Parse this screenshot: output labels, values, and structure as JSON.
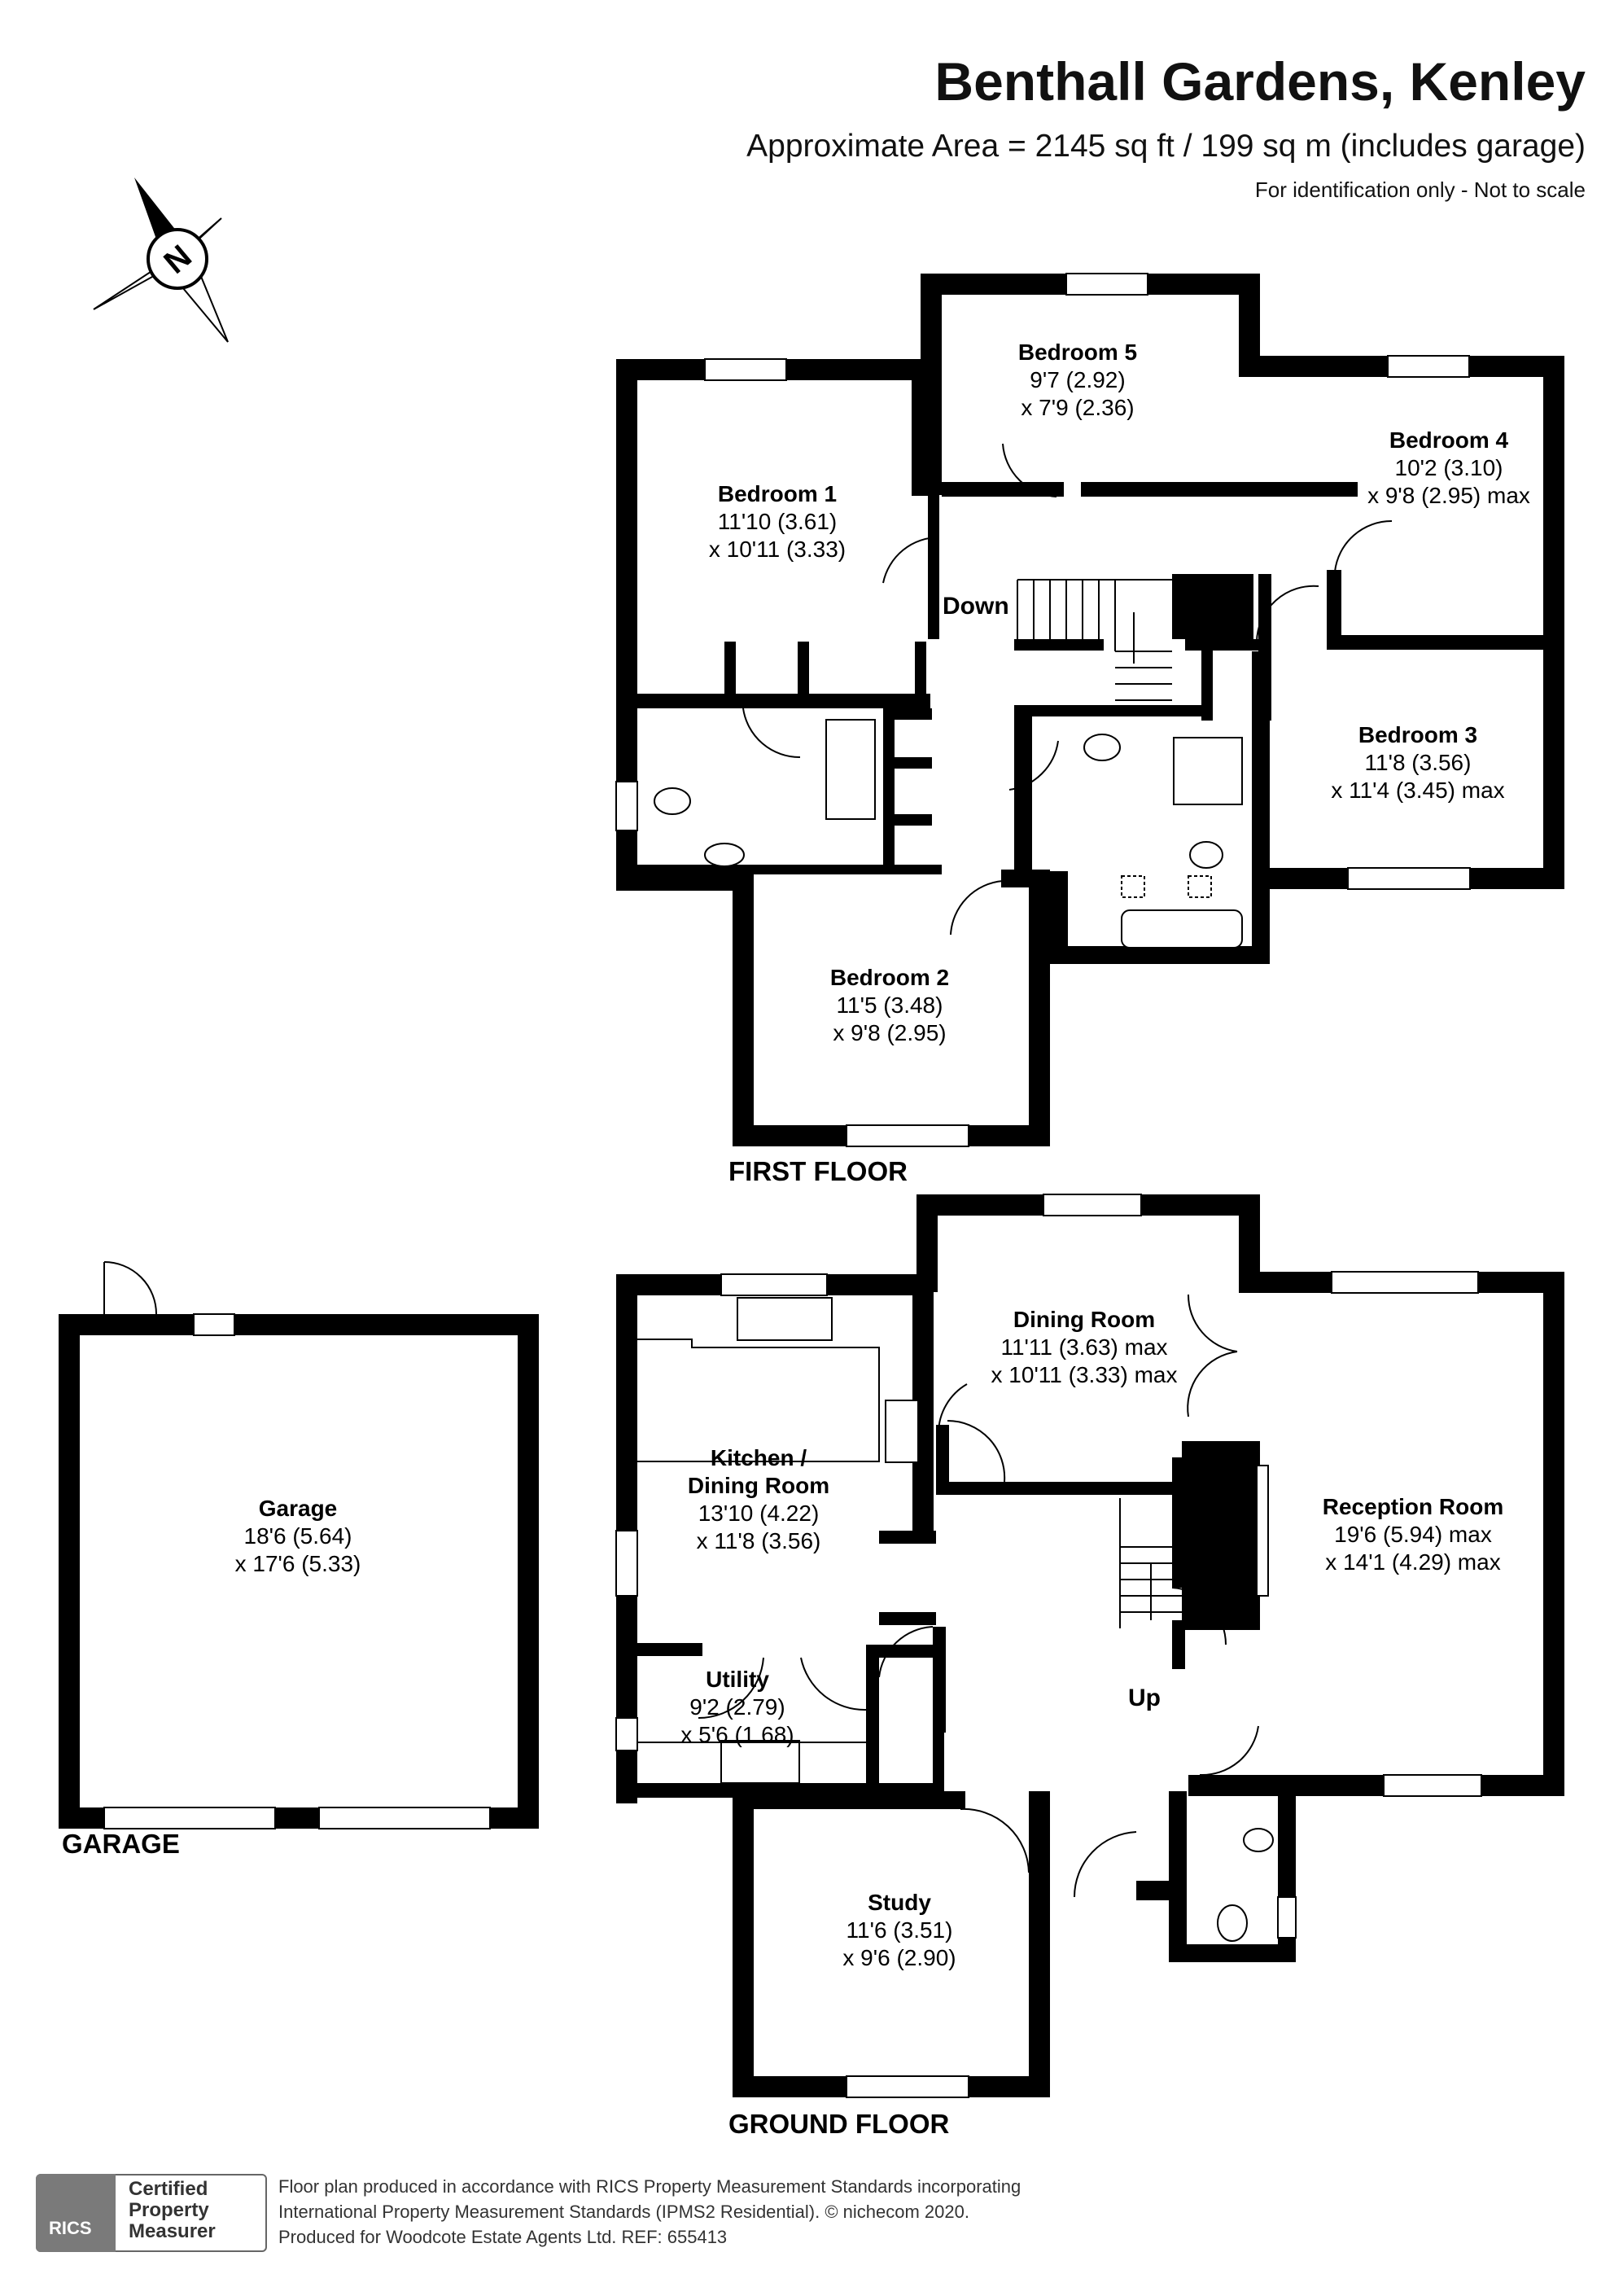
{
  "header": {
    "title": "Benthall Gardens, Kenley",
    "subtitle": "Approximate Area = 2145 sq ft / 199 sq m (includes garage)",
    "note": "For identification only - Not to scale"
  },
  "compass": {
    "label": "N",
    "icon": "compass-icon"
  },
  "first_floor": {
    "label": "FIRST FLOOR",
    "stairs_label": "Down",
    "rooms": [
      {
        "name": "Bedroom 5",
        "dim1": "9'7 (2.92)",
        "dim2": "x 7'9 (2.36)"
      },
      {
        "name": "Bedroom 4",
        "dim1": "10'2 (3.10)",
        "dim2": "x 9'8 (2.95) max"
      },
      {
        "name": "Bedroom 1",
        "dim1": "11'10 (3.61)",
        "dim2": "x 10'11 (3.33)"
      },
      {
        "name": "Bedroom 3",
        "dim1": "11'8 (3.56)",
        "dim2": "x 11'4 (3.45) max"
      },
      {
        "name": "Bedroom 2",
        "dim1": "11'5 (3.48)",
        "dim2": "x 9'8 (2.95)"
      }
    ]
  },
  "ground_floor": {
    "label": "GROUND FLOOR",
    "stairs_label": "Up",
    "rooms": [
      {
        "name": "Dining Room",
        "dim1": "11'11 (3.63) max",
        "dim2": "x 10'11 (3.33) max"
      },
      {
        "name": "Kitchen /",
        "name2": "Dining Room",
        "dim1": "13'10 (4.22)",
        "dim2": "x 11'8 (3.56)"
      },
      {
        "name": "Reception Room",
        "dim1": "19'6 (5.94) max",
        "dim2": "x 14'1 (4.29) max"
      },
      {
        "name": "Utility",
        "dim1": "9'2 (2.79)",
        "dim2": "x 5'6 (1.68)"
      },
      {
        "name": "Study",
        "dim1": "11'6 (3.51)",
        "dim2": "x 9'6 (2.90)"
      }
    ]
  },
  "garage": {
    "label": "GARAGE",
    "name": "Garage",
    "dim1": "18'6 (5.64)",
    "dim2": "x 17'6 (5.33)"
  },
  "footer": {
    "line1": "Floor plan produced in accordance with RICS Property Measurement Standards incorporating",
    "line2": "International Property Measurement Standards (IPMS2 Residential).   © nichecom 2020.",
    "line3": "Produced for Woodcote Estate Agents Ltd.   REF:  655413",
    "badge_logo": "RICS",
    "badge_line1": "Certified",
    "badge_line2": "Property",
    "badge_line3": "Measurer"
  }
}
